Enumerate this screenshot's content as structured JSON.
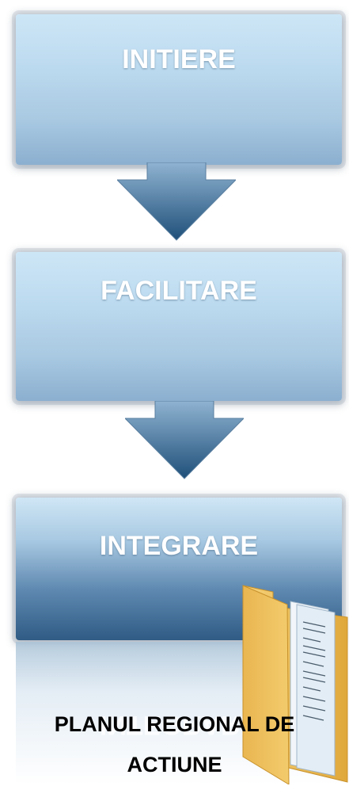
{
  "steps": [
    {
      "label": "INITIERE"
    },
    {
      "label": "FACILITARE"
    },
    {
      "label": "INTEGRARE"
    }
  ],
  "reflection_text": "INTEGRARE",
  "caption": {
    "line1": "PLANUL REGIONAL DE",
    "line2": "ACTIUNE"
  },
  "colors": {
    "box_light_top": "#cde6f6",
    "box_dark_bottom": "#2f5b84",
    "arrow_top": "#8fb3d1",
    "arrow_bottom": "#1f4f79",
    "folder_yellow": "#f2c25a"
  }
}
